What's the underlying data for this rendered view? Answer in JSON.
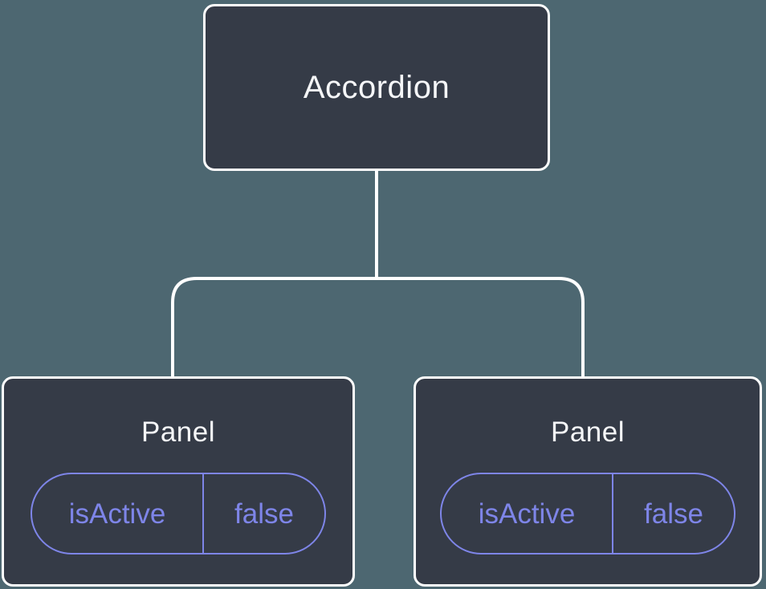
{
  "diagram": {
    "root": {
      "label": "Accordion"
    },
    "panels": [
      {
        "title": "Panel",
        "state": {
          "name": "isActive",
          "value": "false"
        }
      },
      {
        "title": "Panel",
        "state": {
          "name": "isActive",
          "value": "false"
        }
      }
    ],
    "colors": {
      "background": "#4d6771",
      "node_fill": "#353b47",
      "node_border": "#ffffff",
      "connector": "#ffffff",
      "title_text": "#f5f6f8",
      "accent": "#7e85e8"
    }
  }
}
